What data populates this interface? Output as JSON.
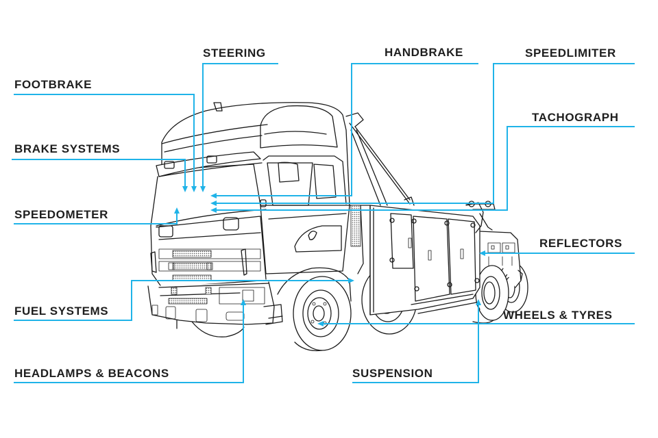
{
  "diagram": {
    "subject": "Tow truck (recovery vehicle) line illustration",
    "accent_color": "#1fb3e8",
    "text_color": "#1e1e1e",
    "callouts": [
      {
        "id": "steering",
        "label": "STEERING"
      },
      {
        "id": "footbrake",
        "label": "FOOTBRAKE"
      },
      {
        "id": "brake-systems",
        "label": "BRAKE SYSTEMS"
      },
      {
        "id": "speedometer",
        "label": "SPEEDOMETER"
      },
      {
        "id": "fuel-systems",
        "label": "FUEL SYSTEMS"
      },
      {
        "id": "headlamps-beacons",
        "label": "HEADLAMPS & BEACONS"
      },
      {
        "id": "handbrake",
        "label": "HANDBRAKE"
      },
      {
        "id": "speedlimiter",
        "label": "SPEEDLIMITER"
      },
      {
        "id": "tachograph",
        "label": "TACHOGRAPH"
      },
      {
        "id": "reflectors",
        "label": "REFLECTORS"
      },
      {
        "id": "wheels-tyres",
        "label": "WHEELS & TYRES"
      },
      {
        "id": "suspension",
        "label": "SUSPENSION"
      }
    ]
  }
}
